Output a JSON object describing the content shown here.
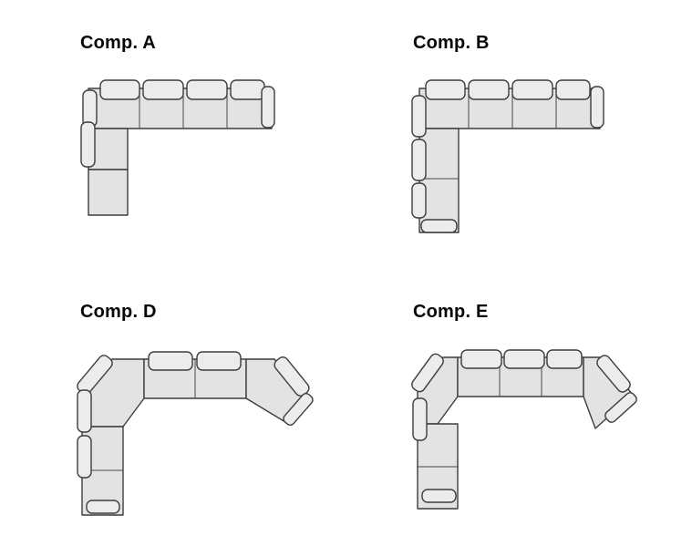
{
  "page": {
    "title": "Sofa sectional composition plan diagrams",
    "background": "#ffffff"
  },
  "diagram": {
    "type": "top-view modular sofa configuration drawings",
    "body_fill": "#e3e3e3",
    "cushion_fill": "#ececec",
    "outline_color": "#3d3d3d"
  },
  "compositions": [
    {
      "id": "comp-a",
      "label": "Comp. A"
    },
    {
      "id": "comp-b",
      "label": "Comp. B"
    },
    {
      "id": "comp-d",
      "label": "Comp. D"
    },
    {
      "id": "comp-e",
      "label": "Comp. E"
    }
  ]
}
